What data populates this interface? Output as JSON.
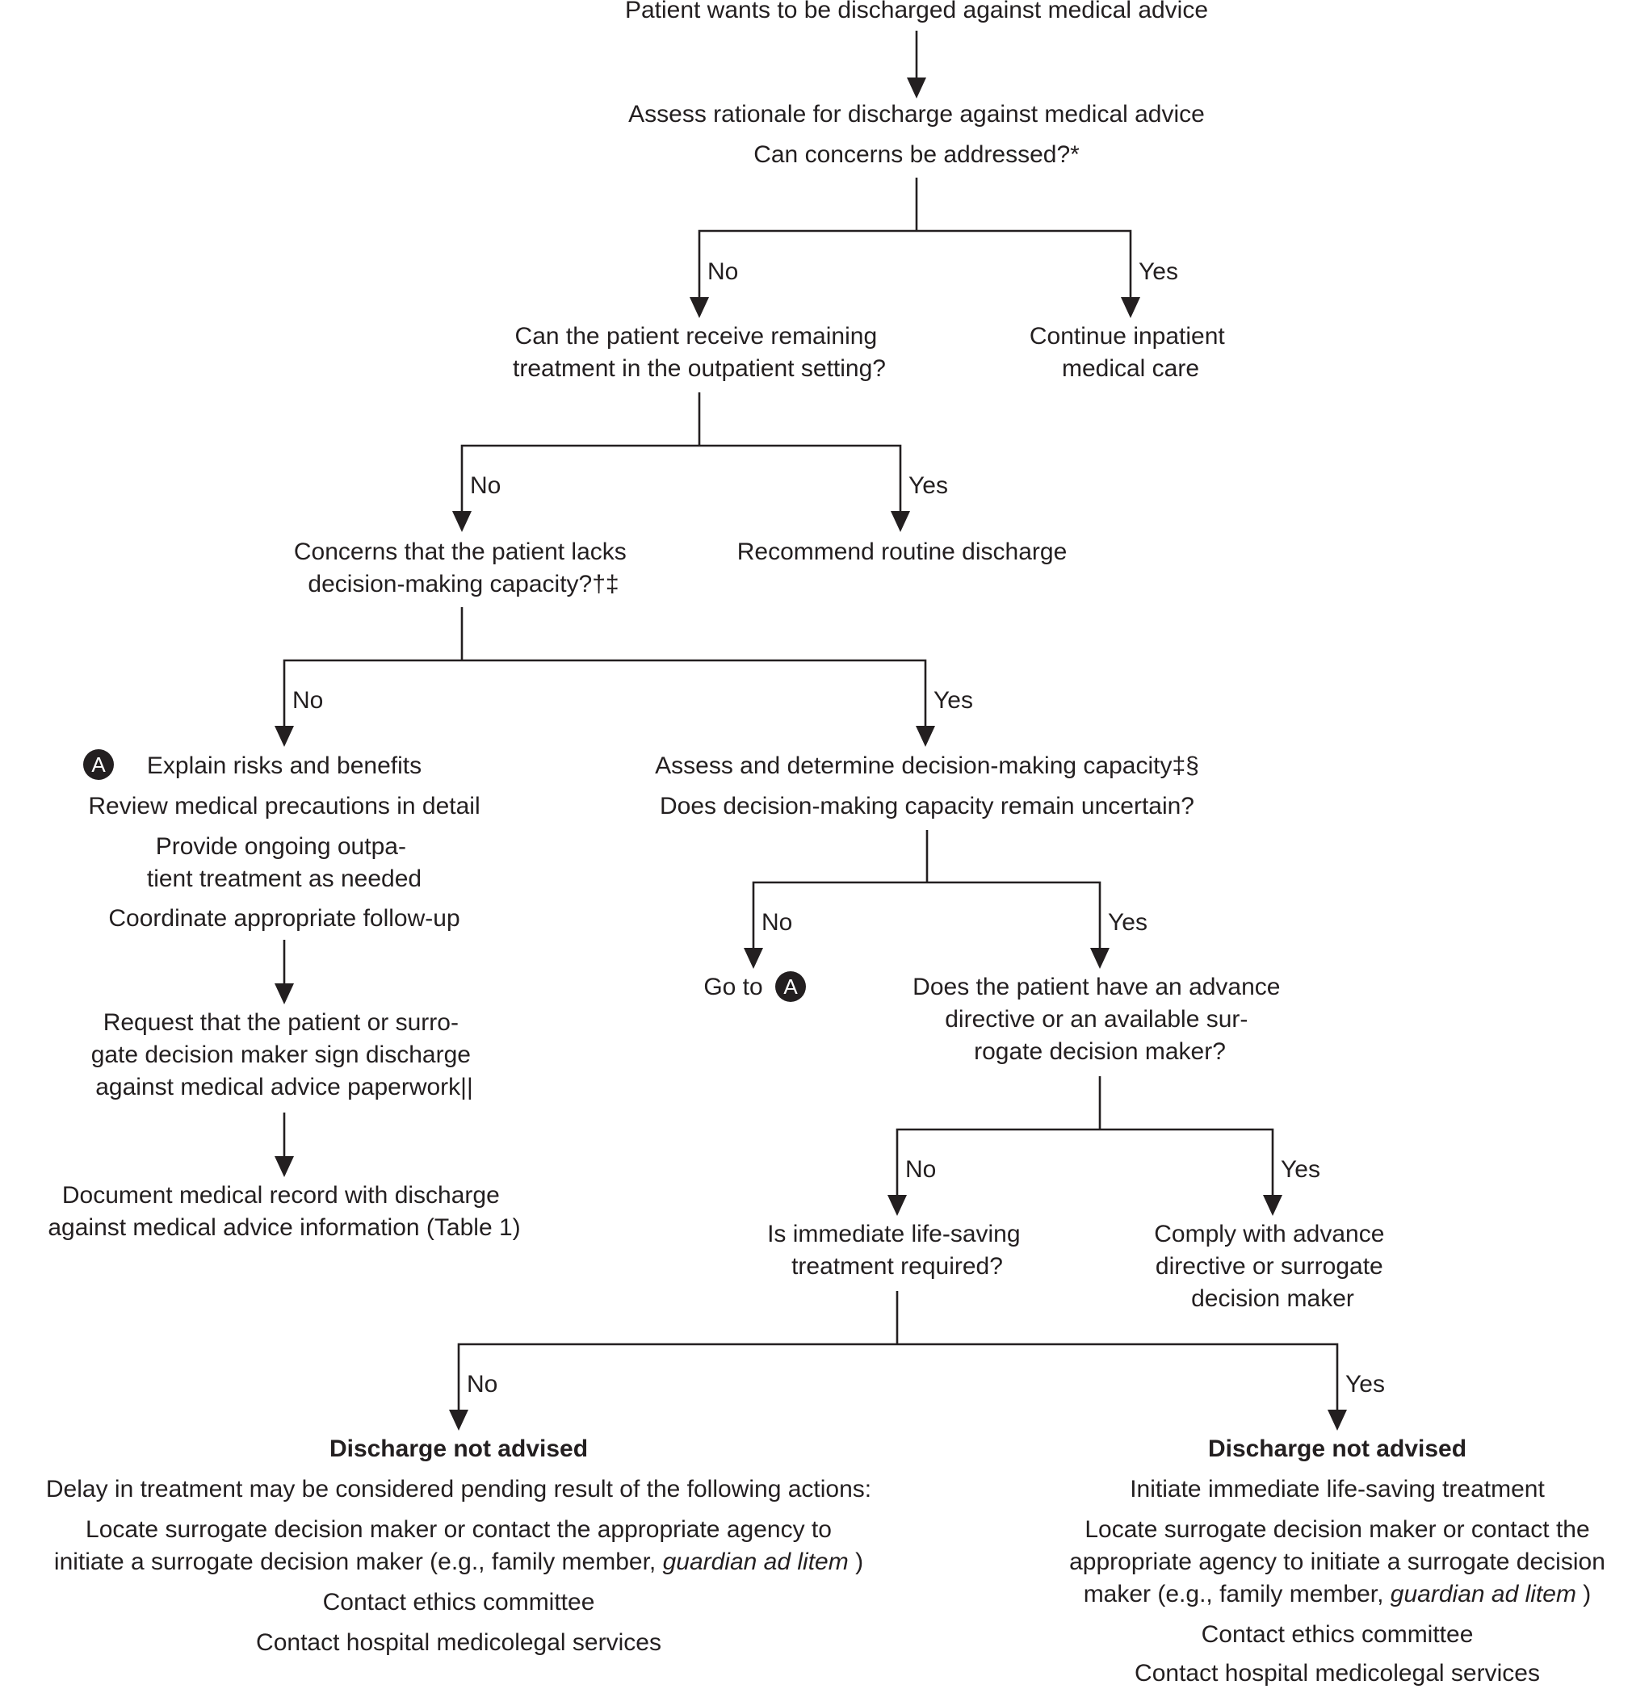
{
  "nodes": {
    "start": "Patient wants to be discharged against medical advice",
    "assess_rationale": "Assess rationale for discharge against medical advice",
    "can_address": "Can concerns be addressed?*",
    "outpatient_q": [
      "Can the patient receive remaining",
      "treatment in the outpatient setting?"
    ],
    "continue_inpatient": [
      "Continue inpatient",
      "medical care"
    ],
    "capacity_q": [
      "Concerns that the patient lacks",
      "decision-making capacity?†‡"
    ],
    "routine_discharge": "Recommend routine discharge",
    "explain": "Explain risks and benefits",
    "review": "Review medical precautions in detail",
    "provide": [
      "Provide ongoing outpa-",
      "tient treatment as needed"
    ],
    "coordinate": "Coordinate appropriate follow-up",
    "request": [
      "Request that the patient or surro-",
      "gate decision maker sign discharge",
      "against medical advice paperwork||"
    ],
    "document": [
      "Document medical record with discharge",
      "against medical advice information (Table 1)"
    ],
    "assess_capacity": "Assess and determine decision-making capacity‡§",
    "uncertain_q": "Does decision-making capacity remain uncertain?",
    "goto_a": "Go to",
    "directive_q": [
      "Does the patient have an advance",
      "directive or an available sur-",
      "rogate decision maker?"
    ],
    "lifesaving_q": [
      "Is immediate life-saving",
      "treatment required?"
    ],
    "comply": [
      "Comply with advance",
      "directive or surrogate",
      "decision maker"
    ],
    "left_final": {
      "heading": "Discharge not advised",
      "intro": "Delay in treatment may be considered pending result of the following actions:",
      "locate_line1": "Locate surrogate decision maker or contact the appropriate agency to",
      "locate_line2_prefix": "initiate a surrogate decision maker (e.g., family member, ",
      "locate_line2_italic": "guardian ad litem",
      "locate_line2_suffix": ")",
      "ethics": "Contact ethics committee",
      "medicolegal": "Contact hospital medicolegal services"
    },
    "right_final": {
      "heading": "Discharge not advised",
      "initiate": "Initiate immediate life-saving treatment",
      "locate_line1": "Locate surrogate decision maker or contact the",
      "locate_line2": "appropriate agency to initiate a surrogate decision",
      "locate_line3_prefix": "maker (e.g., family member, ",
      "locate_line3_italic": "guardian ad litem",
      "locate_line3_suffix": ")",
      "ethics": "Contact ethics committee",
      "medicolegal": "Contact hospital medicolegal services"
    }
  },
  "branch_labels": {
    "no": "No",
    "yes": "Yes"
  },
  "marker_letter": "A"
}
